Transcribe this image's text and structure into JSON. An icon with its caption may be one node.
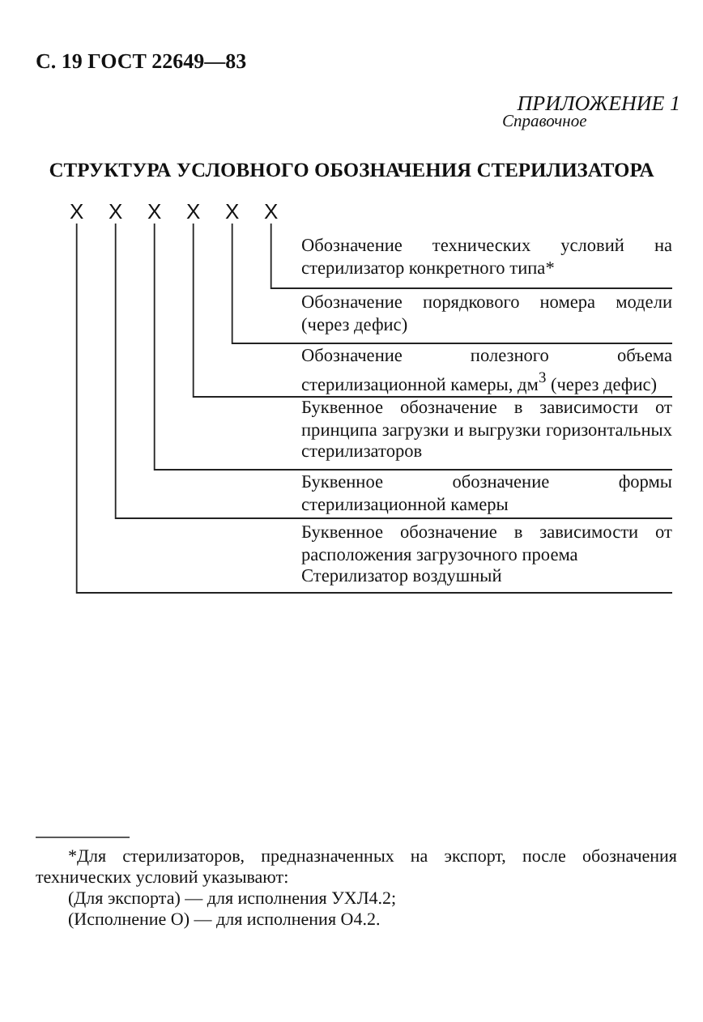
{
  "diagram": {
    "title": "СТРУКТУРА УСЛОВНОГО ОБОЗНАЧЕНИЯ СТЕРИЛИЗАТОРА",
    "nodes": [
      {
        "text": [
          "X"
        ]
      },
      {
        "text": [
          "X"
        ]
      },
      {
        "text": [
          "X"
        ]
      },
      {
        "text": [
          "X"
        ]
      },
      {
        "text": [
          "X"
        ]
      },
      {
        "text": [
          "X"
        ]
      },
      {
        "text": [
          "Обозначение технических условий на стерилизатор конкретного типа*"
        ]
      },
      {
        "text": [
          "Обозначение порядкового номера модели (через дефис)"
        ]
      },
      {
        "text": [
          "Обозначение полезного объема стерилизационной камеры, дм$^{3}$ (через дефис)"
        ]
      },
      {
        "text": [
          "Буквенное обозначение в зависимости от принципа загрузки и выгрузки горизонтальных стерилизаторов"
        ]
      },
      {
        "text": [
          "Буквенное обозначение формы стерилизационной камеры"
        ]
      },
      {
        "text": [
          "Буквенное обозначение в зависимости от расположения загрузочного проема",
          "Стерилизатор воздушный"
        ]
      }
    ],
    "edges": [
      {
        "from": 5,
        "to": 6,
        "arrow": "none"
      },
      {
        "from": 4,
        "to": 7,
        "arrow": "none"
      },
      {
        "from": 3,
        "to": 8,
        "arrow": "none"
      },
      {
        "from": 2,
        "to": 9,
        "arrow": "none"
      },
      {
        "from": 1,
        "to": 10,
        "arrow": "none"
      },
      {
        "from": 0,
        "to": 11,
        "arrow": "none"
      }
    ],
    "labels": [
      "С. 19 ГОСТ 22649—83",
      "ПРИЛОЖЕНИЕ 1",
      "Справочное",
      "*Для стерилизаторов, предназначенных на экспорт, после обозначения технических условий указывают:",
      "(Для экспорта) — для исполнения УХЛ4.2;",
      "(Исполнение О) — для исполнения О4.2."
    ]
  }
}
